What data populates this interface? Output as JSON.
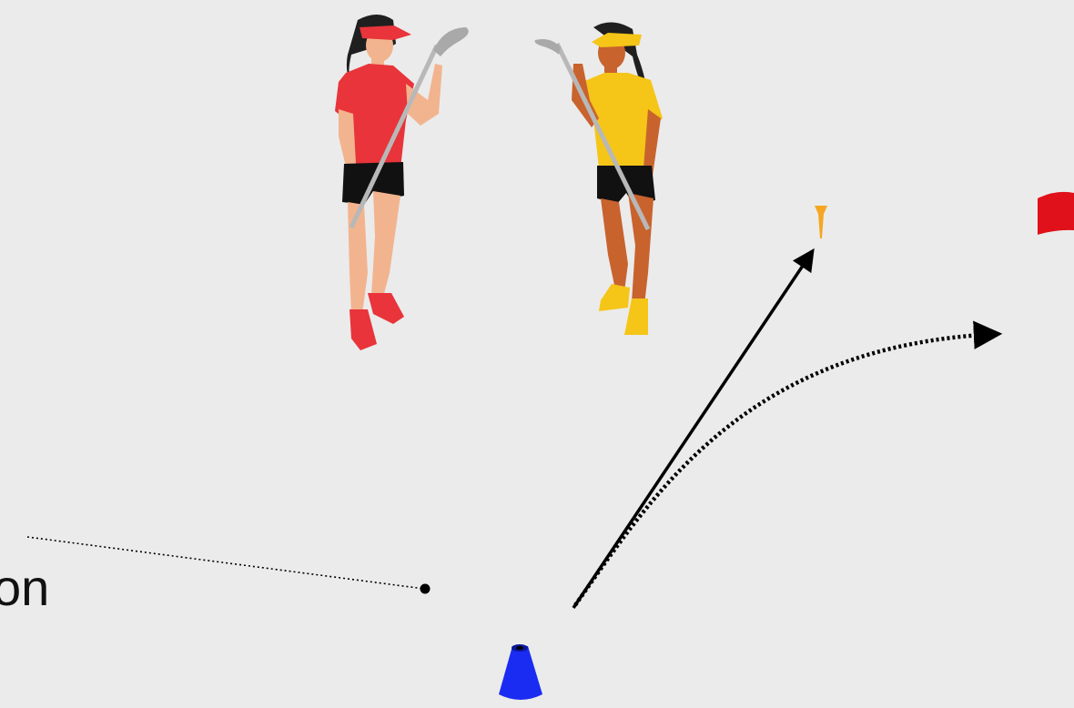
{
  "diagram": {
    "background": "#ebebeb",
    "caption_fragment": "on",
    "players": [
      {
        "name": "golfer-red",
        "shirt": "#e8343a",
        "visor": "#e8343a",
        "skin": "#f2b48f"
      },
      {
        "name": "golfer-yellow",
        "shirt": "#f5c518",
        "visor": "#f5c518",
        "skin": "#c8632e"
      }
    ],
    "items": {
      "tee_color": "#f5a623",
      "flag_color": "#e0111b",
      "cone_color": "#1a2cf2"
    },
    "paths": {
      "straight_shot": "solid",
      "curved_shot": "dotted",
      "pointer_line": "dotted"
    }
  }
}
